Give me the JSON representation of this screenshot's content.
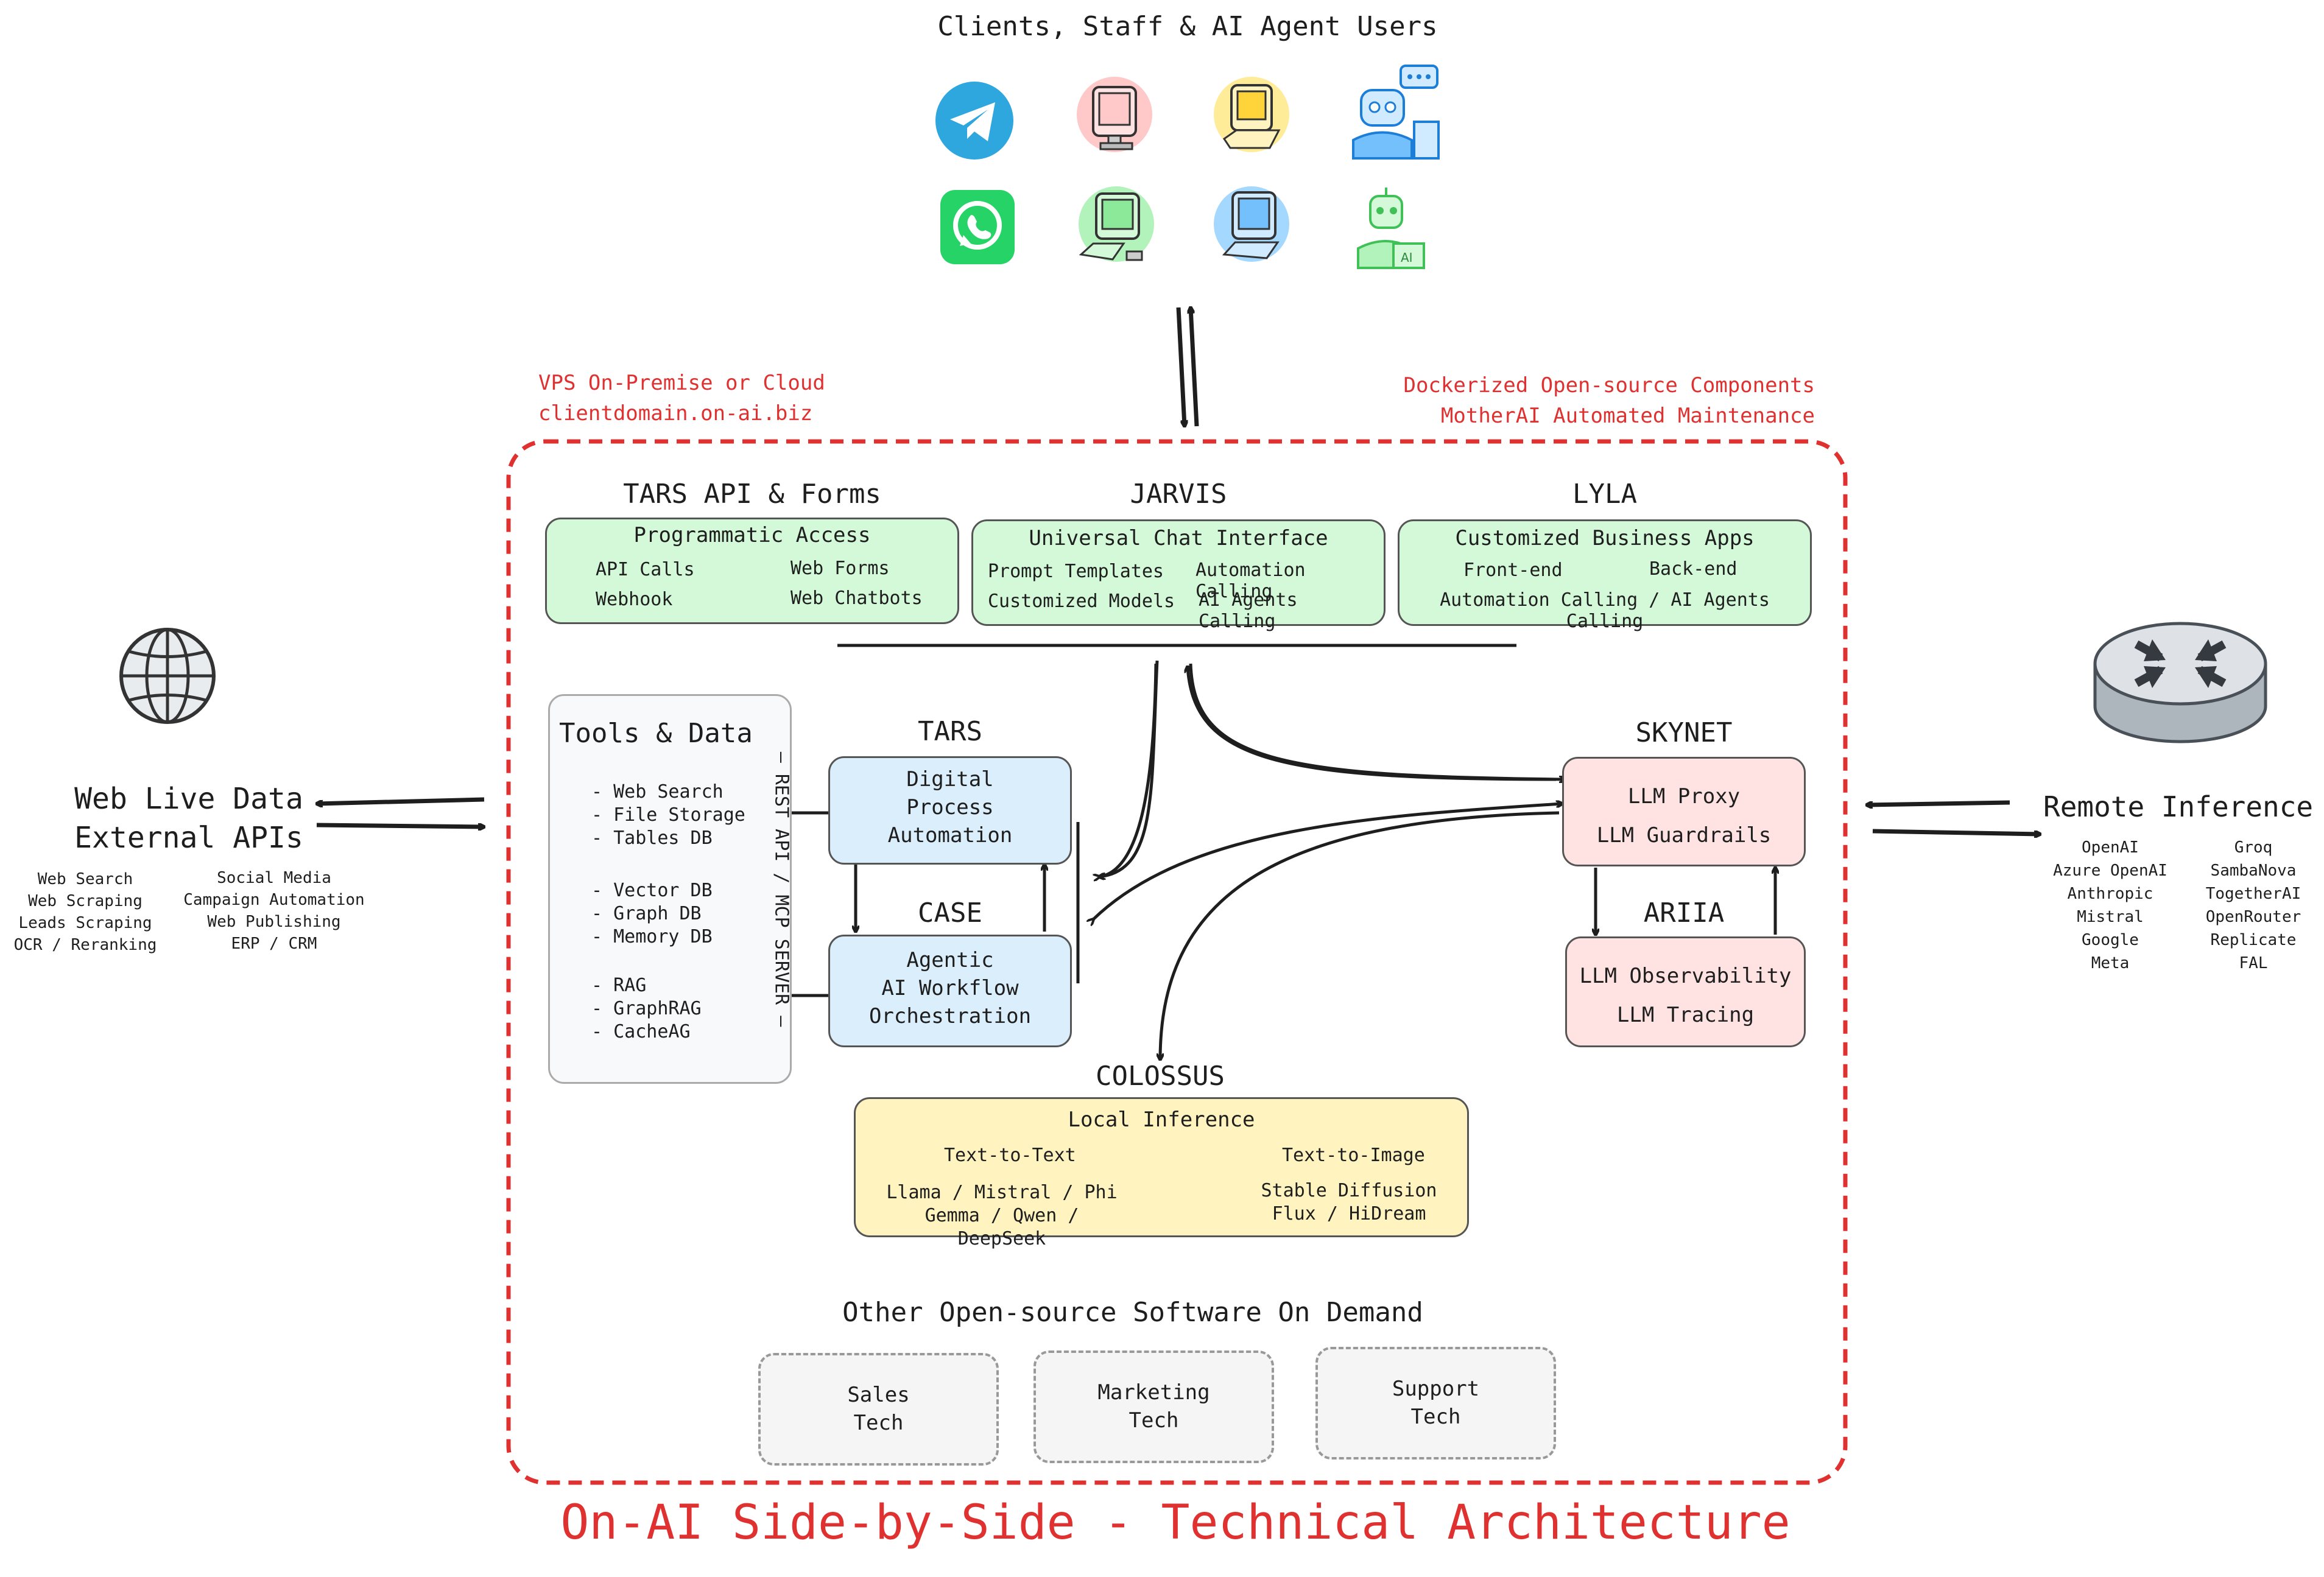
{
  "top": {
    "title": "Clients, Staff & AI Agent Users"
  },
  "labels": {
    "vps_line1": "VPS On-Premise or Cloud",
    "vps_line2": "clientdomain.on-ai.biz",
    "docker_line1": "Dockerized Open-source Components",
    "docker_line2": "MotherAI Automated Maintenance"
  },
  "modules": {
    "tars_api": {
      "title": "TARS API & Forms",
      "subtitle": "Programmatic Access",
      "items": [
        "API Calls",
        "Web Forms",
        "Webhook",
        "Web Chatbots"
      ]
    },
    "jarvis": {
      "title": "JARVIS",
      "subtitle": "Universal Chat Interface",
      "items": [
        "Prompt Templates",
        "Automation Calling",
        "Customized Models",
        "AI Agents Calling"
      ]
    },
    "lyla": {
      "title": "LYLA",
      "subtitle": "Customized Business Apps",
      "items": [
        "Front-end",
        "Back-end",
        "Automation Calling / AI Agents Calling"
      ]
    },
    "tools": {
      "title": "Tools & Data",
      "vertical": "— REST API / MCP SERVER —",
      "group1": [
        "- Web Search",
        "- File Storage",
        "- Tables DB"
      ],
      "group2": [
        "- Vector DB",
        "- Graph DB",
        "- Memory DB"
      ],
      "group3": [
        "- RAG",
        "- GraphRAG",
        "- CacheAG"
      ]
    },
    "tars": {
      "title": "TARS",
      "lines": [
        "Digital",
        "Process",
        "Automation"
      ]
    },
    "case": {
      "title": "CASE",
      "lines": [
        "Agentic",
        "AI Workflow",
        "Orchestration"
      ]
    },
    "skynet": {
      "title": "SKYNET",
      "lines": [
        "LLM Proxy",
        "LLM Guardrails"
      ]
    },
    "ariia": {
      "title": "ARIIA",
      "lines": [
        "LLM Observability",
        "LLM Tracing"
      ]
    },
    "colossus": {
      "title": "COLOSSUS",
      "subtitle": "Local Inference",
      "col1_head": "Text-to-Text",
      "col1_lines": [
        "Llama / Mistral / Phi",
        "Gemma / Qwen / DeepSeek"
      ],
      "col2_head": "Text-to-Image",
      "col2_lines": [
        "Stable Diffusion",
        "Flux / HiDream"
      ]
    }
  },
  "other": {
    "title": "Other Open-source Software On Demand",
    "sales": [
      "Sales",
      "Tech"
    ],
    "marketing": [
      "Marketing",
      "Tech"
    ],
    "support": [
      "Support",
      "Tech"
    ]
  },
  "left": {
    "title_line1": "Web Live Data",
    "title_line2": "External APIs",
    "col1": [
      "Web Search",
      "Web Scraping",
      "Leads Scraping",
      "OCR / Reranking"
    ],
    "col2": [
      "Social Media",
      "Campaign Automation",
      "Web Publishing",
      "ERP / CRM"
    ]
  },
  "right": {
    "title": "Remote Inference",
    "col1": [
      "OpenAI",
      "Azure OpenAI",
      "Anthropic",
      "Mistral",
      "Google",
      "Meta"
    ],
    "col2": [
      "Groq",
      "SambaNova",
      "TogetherAI",
      "OpenRouter",
      "Replicate",
      "FAL"
    ]
  },
  "footer": {
    "title": "On-AI Side-by-Side - Technical Architecture"
  },
  "icons": [
    "telegram-icon",
    "monitor-icon",
    "laptop-icon",
    "robot-agent-icon",
    "whatsapp-icon",
    "desktop-computer-icon",
    "workstation-icon",
    "ai-robot-icon",
    "globe-icon",
    "router-icon"
  ],
  "colors": {
    "accent_red": "#e03131",
    "module_green": "#d3f9d8",
    "module_blue": "#dbeefc",
    "module_pink": "#ffe3e3",
    "module_yellow": "#fff3bf"
  }
}
